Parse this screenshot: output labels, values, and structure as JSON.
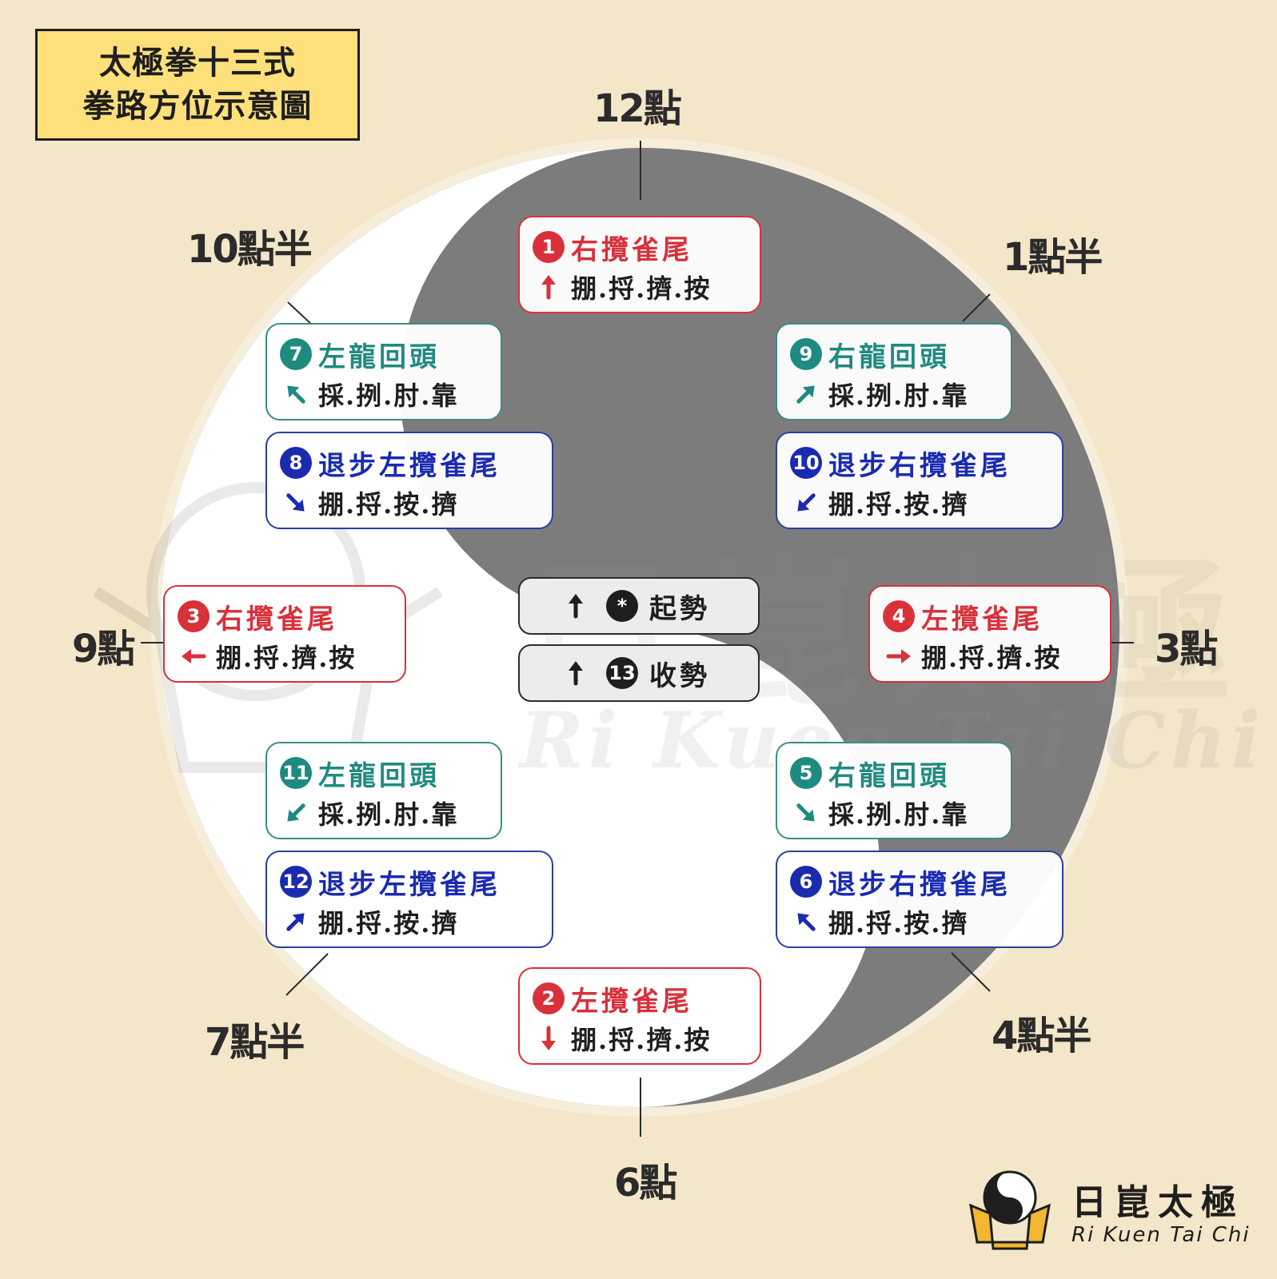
{
  "title": {
    "line1": "太極拳十三式",
    "line2": "拳路方位示意圖"
  },
  "clock_labels": {
    "c12": "12點",
    "c1h": "1點半",
    "c3": "3點",
    "c4h": "4點半",
    "c6": "6點",
    "c7h": "7點半",
    "c9": "9點",
    "c10h": "10點半"
  },
  "cards": [
    {
      "num": "1",
      "name": "右攬雀尾",
      "moves": "掤.捋.擠.按",
      "direction": "up"
    },
    {
      "num": "2",
      "name": "左攬雀尾",
      "moves": "掤.捋.擠.按",
      "direction": "down"
    },
    {
      "num": "3",
      "name": "右攬雀尾",
      "moves": "掤.捋.擠.按",
      "direction": "left"
    },
    {
      "num": "4",
      "name": "左攬雀尾",
      "moves": "掤.捋.擠.按",
      "direction": "right"
    },
    {
      "num": "5",
      "name": "右龍回頭",
      "moves": "採.挒.肘.靠",
      "direction": "down-right"
    },
    {
      "num": "6",
      "name": "退步右攬雀尾",
      "moves": "掤.捋.按.擠",
      "direction": "up-left"
    },
    {
      "num": "7",
      "name": "左龍回頭",
      "moves": "採.挒.肘.靠",
      "direction": "up-left"
    },
    {
      "num": "8",
      "name": "退步左攬雀尾",
      "moves": "掤.捋.按.擠",
      "direction": "down-right"
    },
    {
      "num": "9",
      "name": "右龍回頭",
      "moves": "採.挒.肘.靠",
      "direction": "up-right"
    },
    {
      "num": "10",
      "name": "退步右攬雀尾",
      "moves": "掤.捋.按.擠",
      "direction": "down-left"
    },
    {
      "num": "11",
      "name": "左龍回頭",
      "moves": "採.挒.肘.靠",
      "direction": "down-left"
    },
    {
      "num": "12",
      "name": "退步左攬雀尾",
      "moves": "掤.捋.按.擠",
      "direction": "up-right"
    }
  ],
  "center": {
    "start": {
      "symbol": "*",
      "name": "起勢",
      "direction": "up"
    },
    "end": {
      "symbol": "13",
      "name": "收勢",
      "direction": "up"
    }
  },
  "watermark": {
    "cn": "日崑太極",
    "en": "Ri Kuen Tai Chi"
  },
  "logo": {
    "cn": "日崑太極",
    "en": "Ri Kuen Tai Chi"
  },
  "colors": {
    "background": "#f4e6c8",
    "title_box": "#fde07a",
    "yin": "#7c7c7c",
    "yang": "#ffffff",
    "red_group": "#d8313a",
    "teal_group": "#1f8a80",
    "blue_group": "#1a2bb0"
  }
}
